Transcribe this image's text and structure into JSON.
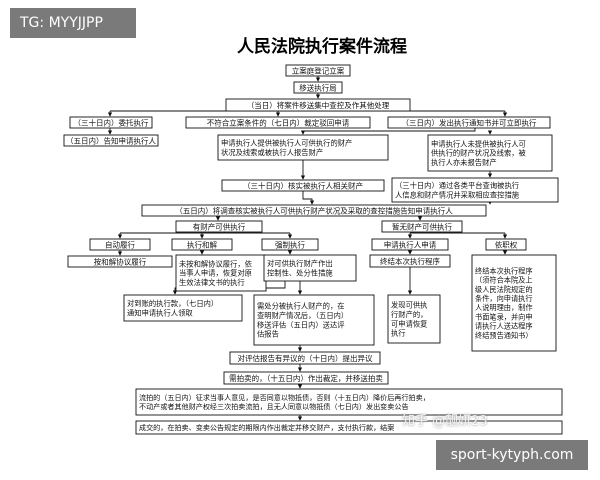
{
  "tags": {
    "top": "TG: MYYJJPP",
    "bottom": "sport-kytyph.com",
    "watermark": "知乎 @靓妍23"
  },
  "title": "人民法院执行案件流程",
  "nodes": [
    {
      "id": "n1",
      "lines": [
        "立案庭登记立案"
      ]
    },
    {
      "id": "n2",
      "lines": [
        "移送执行局"
      ]
    },
    {
      "id": "n3",
      "lines": [
        "（当日）将案件移送集中查控及作其他处理"
      ]
    },
    {
      "id": "n4",
      "lines": [
        "（三十日内）委托执行"
      ]
    },
    {
      "id": "n5",
      "lines": [
        "（五日内）告知申请执行人"
      ]
    },
    {
      "id": "n6",
      "lines": [
        "不符合立案条件的（七日内）裁定驳回申请"
      ]
    },
    {
      "id": "n7",
      "lines": [
        "（三日内）发出执行通知书并可立即执行"
      ]
    },
    {
      "id": "n8",
      "lines": [
        "申请执行人提供被执行人可供执行的财产",
        "状况及线索或被执行人报告财产"
      ]
    },
    {
      "id": "n9",
      "lines": [
        "申请执行人未提供被执行人可",
        "供执行的财产状况及线索，被",
        "执行人亦未报告财产"
      ]
    },
    {
      "id": "n10",
      "lines": [
        "（三十日内）核实被执行人相关财产"
      ]
    },
    {
      "id": "n11",
      "lines": [
        "（三十日内）通过各类平台查询被执行",
        "人信息和财产情况并采取相应查控措施"
      ]
    },
    {
      "id": "n12",
      "lines": [
        "（五日内）将调查核实被执行人可供执行财产状况及采取的查控措施告知申请执行人"
      ]
    },
    {
      "id": "n13",
      "lines": [
        "有财产可供执行"
      ]
    },
    {
      "id": "n14",
      "lines": [
        "暂无财产可供执行"
      ]
    },
    {
      "id": "n15",
      "lines": [
        "自动履行"
      ]
    },
    {
      "id": "n16",
      "lines": [
        "执行和解"
      ]
    },
    {
      "id": "n17",
      "lines": [
        "强制执行"
      ]
    },
    {
      "id": "n18",
      "lines": [
        "申请执行人申请"
      ]
    },
    {
      "id": "n19",
      "lines": [
        "依职权"
      ]
    },
    {
      "id": "n20",
      "lines": [
        "按和解协议履行"
      ]
    },
    {
      "id": "n21",
      "lines": [
        "未按和解协议履行，依",
        "当事人申请，恢复对原",
        "生效法律文书的执行"
      ]
    },
    {
      "id": "n22",
      "lines": [
        "对可供执行财产作出",
        "控制性、处分性措施"
      ]
    },
    {
      "id": "n23",
      "lines": [
        "终结本次执行程序"
      ]
    },
    {
      "id": "n24",
      "lines": [
        "终结本次执行程序",
        "（须符合本院及上",
        "级人民法院规定的",
        "条件，向申请执行",
        "人说明理由，制作",
        "书面笔录，并向申",
        "请执行人送达程序",
        "终结预告通知书）"
      ]
    },
    {
      "id": "n25",
      "lines": [
        "对到账的执行款，（七日内）",
        "通知申请执行人领取"
      ]
    },
    {
      "id": "n26",
      "lines": [
        "需处分被执行人财产的，在",
        "查明财产情况后，（五日内）",
        "移送评估（五日内）送达评",
        "估报告"
      ]
    },
    {
      "id": "n27",
      "lines": [
        "发现可供执",
        "行财产的，",
        "可申请恢复",
        "执行"
      ]
    },
    {
      "id": "n28",
      "lines": [
        "对评估报告有异议的（十日内）提出异议"
      ]
    },
    {
      "id": "n29",
      "lines": [
        "需拍卖的，（十五日内）作出裁定，并移送拍卖"
      ]
    },
    {
      "id": "n30",
      "lines": [
        "流拍的（五日内）征求当事人意见，是否同意以物抵债，否则（十五日内）降价后再行拍卖，",
        "不动产或者其他财产权经三次拍卖流拍，且无人同意以物抵债（七日内）发出变卖公告"
      ]
    },
    {
      "id": "n31",
      "lines": [
        "成交的，在拍卖、变卖公告规定的期限内作出裁定并移交财产，支付执行款，结案"
      ]
    }
  ]
}
